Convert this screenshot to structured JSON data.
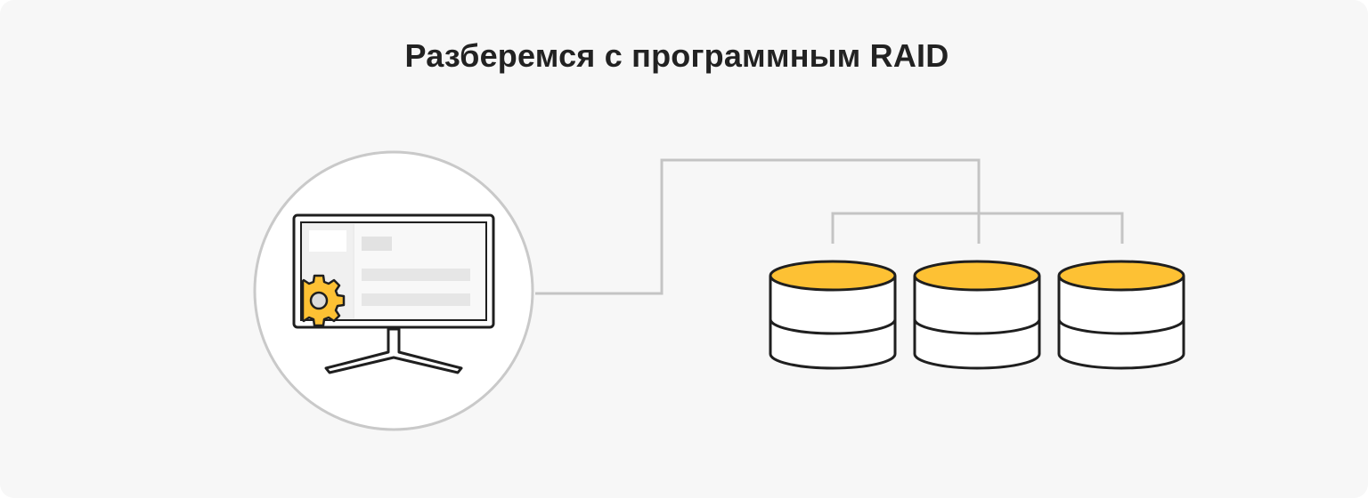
{
  "header": {
    "title": "Разберемся с программным RAID"
  },
  "colors": {
    "background": "#f7f7f7",
    "outline": "#1f1f1f",
    "connector": "#c4c4c4",
    "accent": "#fdc134",
    "circle_stroke": "#c9c9c9",
    "screen_block": "#ececec"
  },
  "icons": {
    "computer": "monitor-with-gear-icon",
    "disk": "database-disk-icon"
  },
  "disks": [
    {
      "name": "disk-1"
    },
    {
      "name": "disk-2"
    },
    {
      "name": "disk-3"
    }
  ]
}
